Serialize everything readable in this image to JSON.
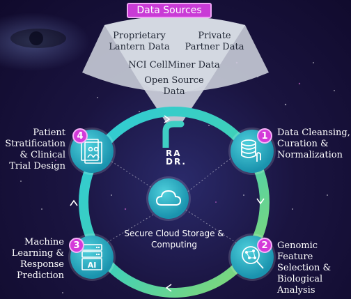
{
  "header": {
    "title": "Data Sources"
  },
  "sources": [
    "Proprietary Lantern Data",
    "Private Partner Data",
    "NCI CellMiner Data",
    "Open Source Data"
  ],
  "logo": {
    "line1": "RA",
    "line2": "DR."
  },
  "center": {
    "label": "Secure Cloud Storage & Computing"
  },
  "steps": [
    {
      "number": "1",
      "label": "Data Cleansing, Curation & Normalization",
      "icon": "database-touch-icon"
    },
    {
      "number": "2",
      "label": "Genomic Feature Selection & Biological Analysis",
      "icon": "network-magnifier-icon"
    },
    {
      "number": "3",
      "label": "Machine Learning & Response Prediction",
      "icon": "ai-server-icon"
    },
    {
      "number": "4",
      "label": "Patient Stratification & Clinical Trial Design",
      "icon": "patient-documents-icon"
    }
  ],
  "colors": {
    "badge": "#d43ad9",
    "ring": "#3fd0b9",
    "node": "#1a93ae"
  }
}
